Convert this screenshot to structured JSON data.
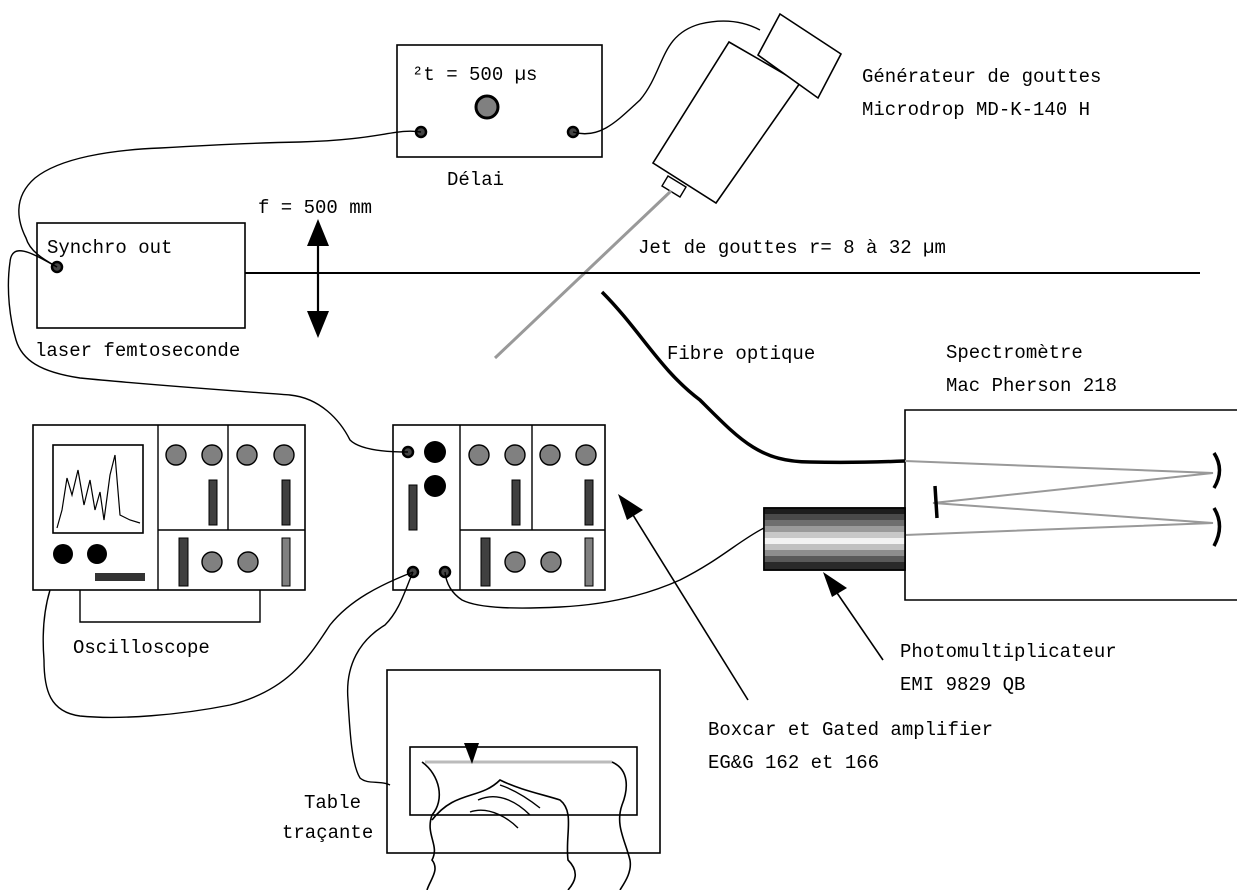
{
  "labels": {
    "delay_value": "²t = 500 µs",
    "delay": "Délai",
    "drop_gen_line1": "Générateur de gouttes",
    "drop_gen_line2": "Microdrop MD-K-140 H",
    "focal": "f = 500 mm",
    "synchro": "Synchro out",
    "laser": "laser femtoseconde",
    "jet": "Jet de gouttes r= 8 à 32 µm",
    "fibre": "Fibre optique",
    "spectro_line1": "Spectromètre",
    "spectro_line2": "Mac Pherson 218",
    "oscilloscope": "Oscilloscope",
    "pm_line1": "Photomultiplicateur",
    "pm_line2": "EMI 9829 QB",
    "boxcar_line1": "Boxcar et Gated amplifier",
    "boxcar_line2": "EG&G 162 et 166",
    "table_line1": "Table",
    "table_line2": "traçante"
  },
  "colors": {
    "ink": "#000000",
    "knob": "#808080",
    "beam": "#999999",
    "slider": "#404040",
    "pen_rail": "#bbbbbb"
  }
}
